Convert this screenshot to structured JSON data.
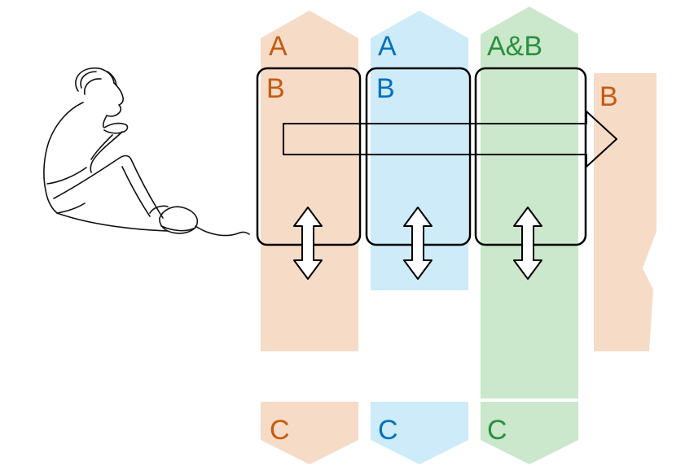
{
  "diagram": {
    "person_alt": "single-line drawing of a person sitting hunched over",
    "columns": [
      {
        "top_label": "A",
        "box_label": "B",
        "bottom_label": "C",
        "fill": "#F6DBC7",
        "text_color": "#C55A11"
      },
      {
        "top_label": "A",
        "box_label": "B",
        "bottom_label": "C",
        "fill": "#CDEBF8",
        "text_color": "#0070C0"
      },
      {
        "top_label": "A&B",
        "bottom_label": "C",
        "fill": "#CBE7CC",
        "text_color": "#28913C"
      }
    ],
    "right_band": {
      "label": "B",
      "fill": "#F6DBC7",
      "text_color": "#C55A11"
    },
    "outline_color": "#000000",
    "arrow_fill": "#FFFFFF"
  }
}
